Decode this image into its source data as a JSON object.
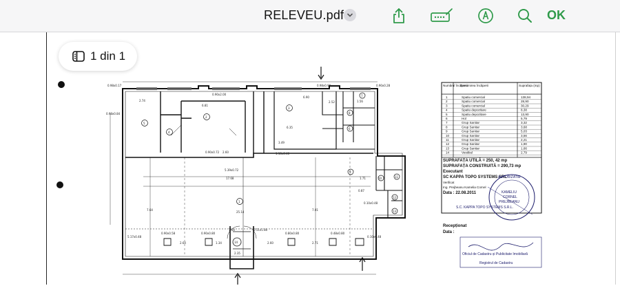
{
  "toolbar": {
    "file_name": "RELEVEU.pdf",
    "ok_label": "OK",
    "icons": [
      "chevron-down-icon",
      "share-icon",
      "signature-icon",
      "markup-pen-icon",
      "search-icon"
    ]
  },
  "page_indicator": "1 din 1",
  "plan": {
    "rooms": [
      "1",
      "2",
      "3",
      "4",
      "5",
      "6",
      "7",
      "8",
      "9",
      "10",
      "11",
      "12",
      "13",
      "14"
    ],
    "dims": {
      "d1": "0.98x0.17",
      "d2": "0.98x0.84",
      "d3": "2.74",
      "d4": "6.81",
      "d5": "0.90x2.00",
      "d6": "6.90",
      "d7": "2.52",
      "d8": "1.56",
      "d9": "6.35",
      "d10": "25.14",
      "d11": "17.68",
      "d12": "0.90x0.72",
      "d13": "1.10x0.40",
      "d14": "5.17x0.48",
      "d15": "2.64",
      "d16": "1.34",
      "d17": "2.60",
      "d18": "2.71",
      "d19": "0.10x0.48",
      "d20": "0.90x0.58",
      "d21": "0.90x0.80",
      "d22": "0.80x0.80",
      "d23": "0.48x0.80",
      "d24": "0.98x0.90",
      "d25": "0.90x0.28",
      "d26": "1.71",
      "d27": "0.87",
      "d28": "2.35",
      "d29": "7.64",
      "d30": "7.01",
      "d31": "1.60",
      "d32": "0.51x1.80",
      "d33": "0.10x0.48",
      "d34": "3.49",
      "d35": "2.60",
      "d36": "5.39x0.72"
    }
  },
  "legend": {
    "headers": [
      "Numărul încăperii",
      "Denumirea încăperii",
      "Suprafața (mp)"
    ],
    "rows": [
      [
        "1",
        "Spatiu comercial",
        "138,94"
      ],
      [
        "2",
        "Spatiu comercial",
        "28,90"
      ],
      [
        "3",
        "Spatiu comercial",
        "30,29"
      ],
      [
        "4",
        "Spatiu depozitare",
        "8,38"
      ],
      [
        "5",
        "Spatiu depozitare",
        "13,90"
      ],
      [
        "6",
        "Hol",
        "5,79"
      ],
      [
        "7",
        "Grup Sanitar",
        "3,32"
      ],
      [
        "8",
        "Grup Sanitar",
        "3,68"
      ],
      [
        "9",
        "Grup Sanitar",
        "5,03"
      ],
      [
        "10",
        "Grup Sanitar",
        "3,56"
      ],
      [
        "11",
        "Grup Sanitar",
        "2,21"
      ],
      [
        "12",
        "Grup Sanitar",
        "1,90"
      ],
      [
        "13",
        "Grup Sanitar",
        "1,66"
      ],
      [
        "14",
        "Vestibul",
        "2,79"
      ]
    ],
    "suprafata_utila": "SUPRAFAȚA UTILĂ = 250, 42 mp",
    "suprafata_construita": "SUPRAFAȚA CONSTRUITĂ = 290,73 mp",
    "executant_label": "Executant",
    "executant": "SC KAPPA TOPO SYSTEMS SRL",
    "verificat_label": "Verificat",
    "inginer": "Ing. Prejbeanu Kamelia Cornel",
    "data": "Data : 22.08.2011",
    "receptionat": "Recepționat",
    "data2": "Data :"
  },
  "stamp": {
    "ring_top": "AUTORIZATIE",
    "name1": "KAMELIU",
    "name2": "CORNEL",
    "name3": "PREJBEANU",
    "company": "S.C. KAPPA TOPO SYSTEMS S.R.L.",
    "small": "Oficiul de Cadastru și Publicitate Imobiliară",
    "small2": "Registrul de Cadastru"
  }
}
